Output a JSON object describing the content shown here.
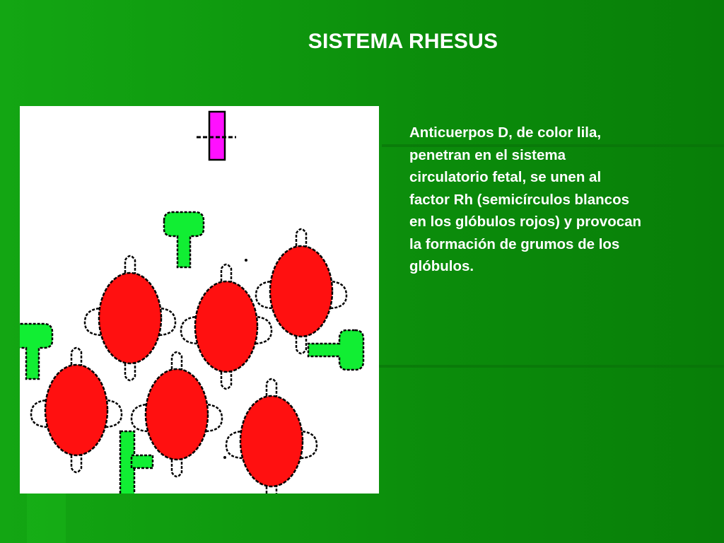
{
  "slide": {
    "title": "SISTEMA RHESUS",
    "description": "Anticuerpos D, de color lila,\npenetran en el sistema\ncirculatorio fetal, se unen al\nfactor Rh (semicírculos blancos\nen los glóbulos rojos) y provocan\nla formación de grumos de los\nglóbulos.",
    "illustration": {
      "subject": "red-blood-cells-with-rh-antigens-and-antibodies",
      "colors": {
        "cell": "#ff1010",
        "antibody_lila": "#ff10ff",
        "antibody_green": "#11ee33",
        "outline": "#000000",
        "background": "#ffffff"
      }
    },
    "colors": {
      "background": "#0f9b0f",
      "text": "#ffffff"
    }
  }
}
